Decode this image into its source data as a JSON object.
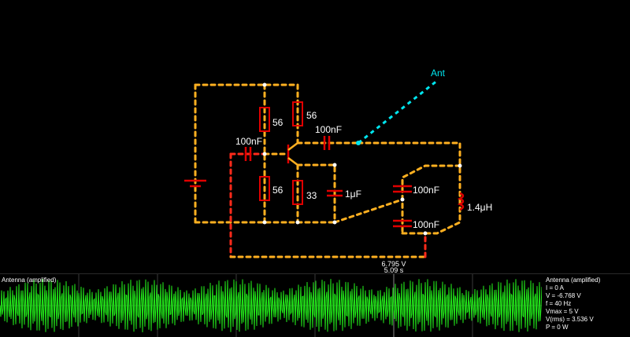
{
  "circuit": {
    "labels": {
      "r_top_left": "56",
      "r_top_right": "56",
      "r_bottom_left": "56",
      "r_emitter": "33",
      "c_base": "100nF",
      "c_collector": "100nF",
      "c_emitter": "1μF",
      "c_tank_top": "100nF",
      "c_tank_bottom": "100nF",
      "inductor": "1.4μH",
      "antenna": "Ant"
    },
    "probe": {
      "voltage": "6.795 V",
      "time": "5.09 s"
    },
    "colors": {
      "wire": "#ffb020",
      "wire_hot": "#ff2a1a",
      "antenna": "#00e5ee",
      "component": "#e00000",
      "node": "#ffffff"
    }
  },
  "scope": {
    "title": "Antenna (amplified)",
    "trace_color": "#22e61a",
    "info": [
      "Antenna (amplified)",
      "I = 0 A",
      "V = -6.768 V",
      "f = 40 Hz",
      "Vmax = 5 V",
      "V(rms) = 3.536 V",
      "P = 0 W"
    ]
  }
}
